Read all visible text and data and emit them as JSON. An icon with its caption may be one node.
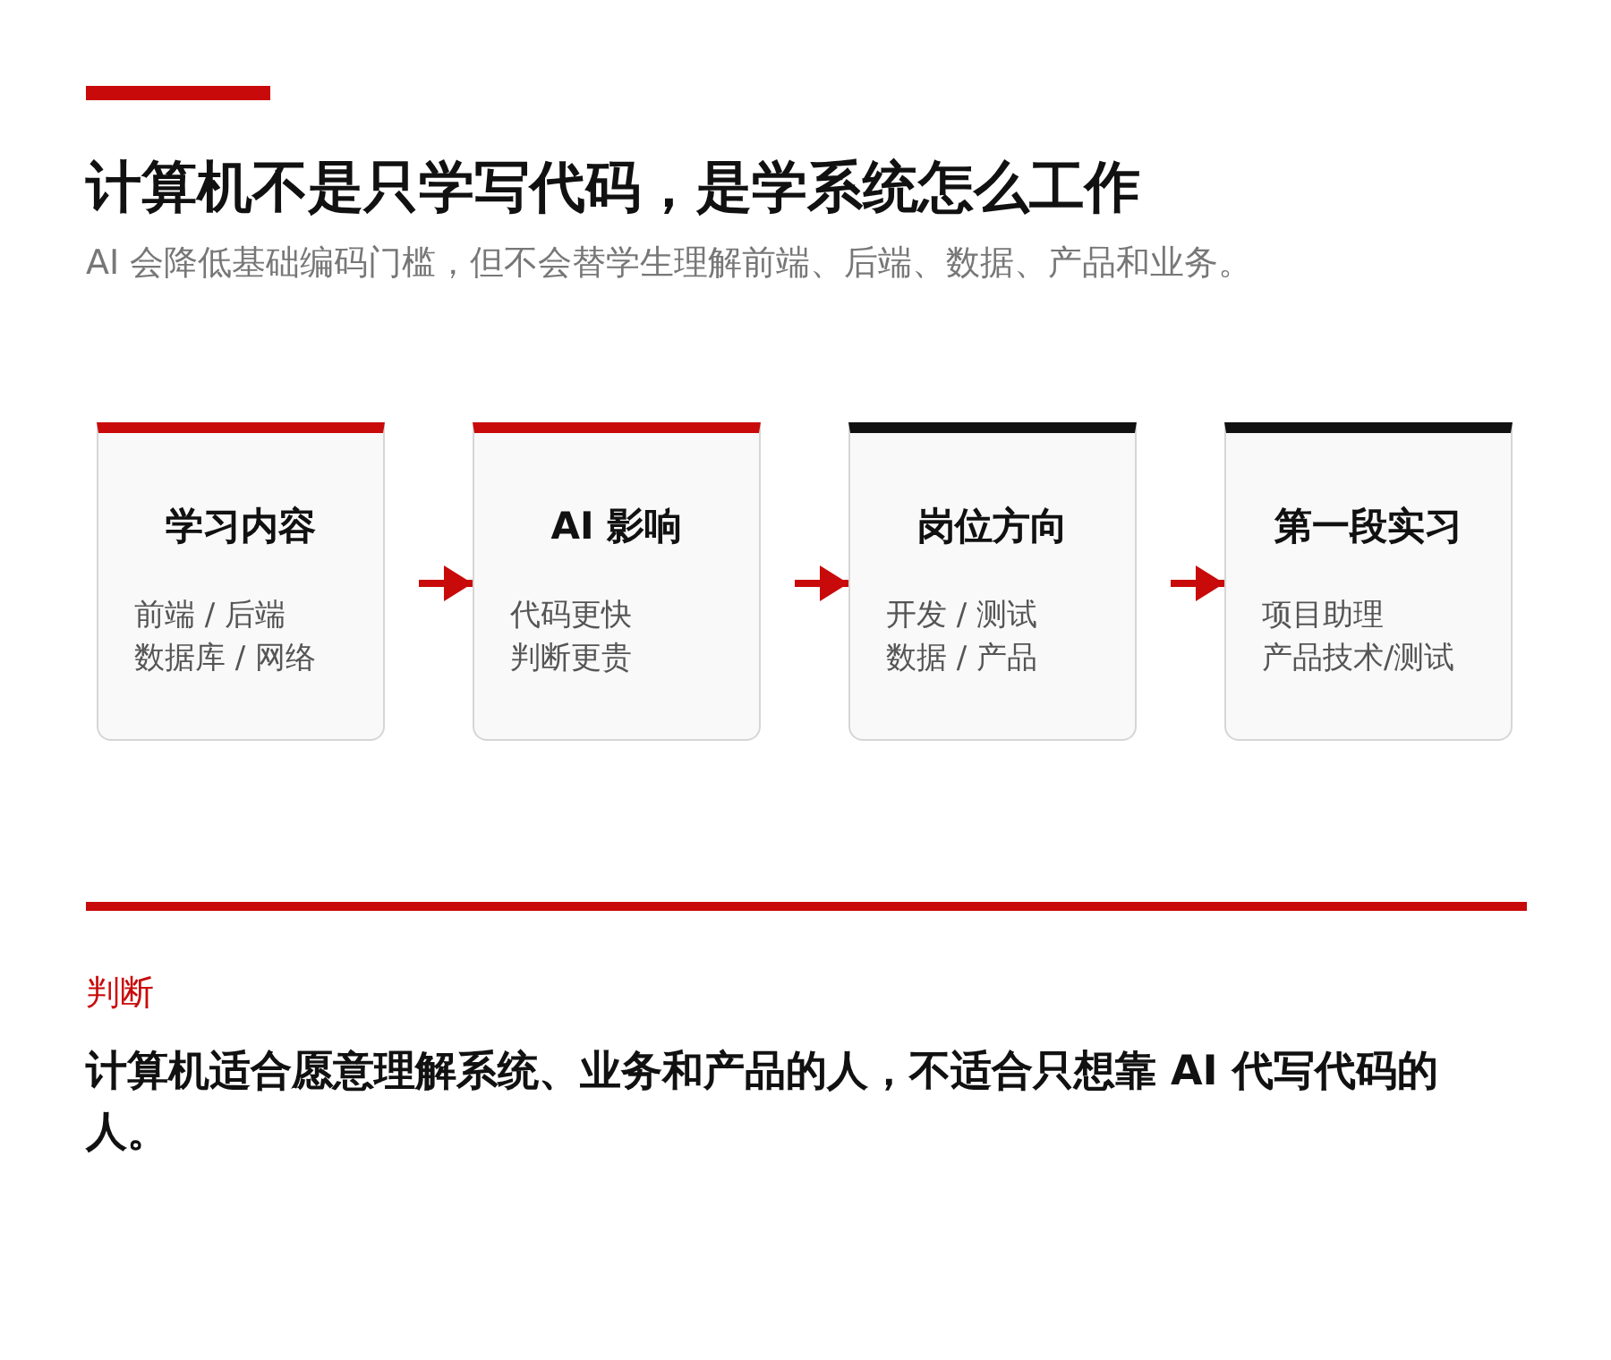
{
  "diagram": {
    "title": "计算机不是只学写代码，是学系统怎么工作",
    "nodes": [
      {
        "text": [
          "学习内容",
          "前端 / 后端",
          "数据库 / 网络"
        ]
      },
      {
        "text": [
          "AI 影响",
          "代码更快",
          "判断更贵"
        ]
      },
      {
        "text": [
          "岗位方向",
          "开发 / 测试",
          "数据 / 产品"
        ]
      },
      {
        "text": [
          "第一段实习",
          "项目助理",
          "产品技术/测试"
        ]
      }
    ],
    "edges": [
      {
        "from": 0,
        "to": 1,
        "arrow": "to"
      },
      {
        "from": 1,
        "to": 2,
        "arrow": "to"
      },
      {
        "from": 2,
        "to": 3,
        "arrow": "to"
      }
    ],
    "labels": [
      "AI 会降低基础编码门槛，但不会替学生理解前端、后端、数据、产品和业务。",
      "判断",
      "计算机适合愿意理解系统、业务和产品的人，不适合只想靠 AI 代写代码的人。"
    ]
  }
}
